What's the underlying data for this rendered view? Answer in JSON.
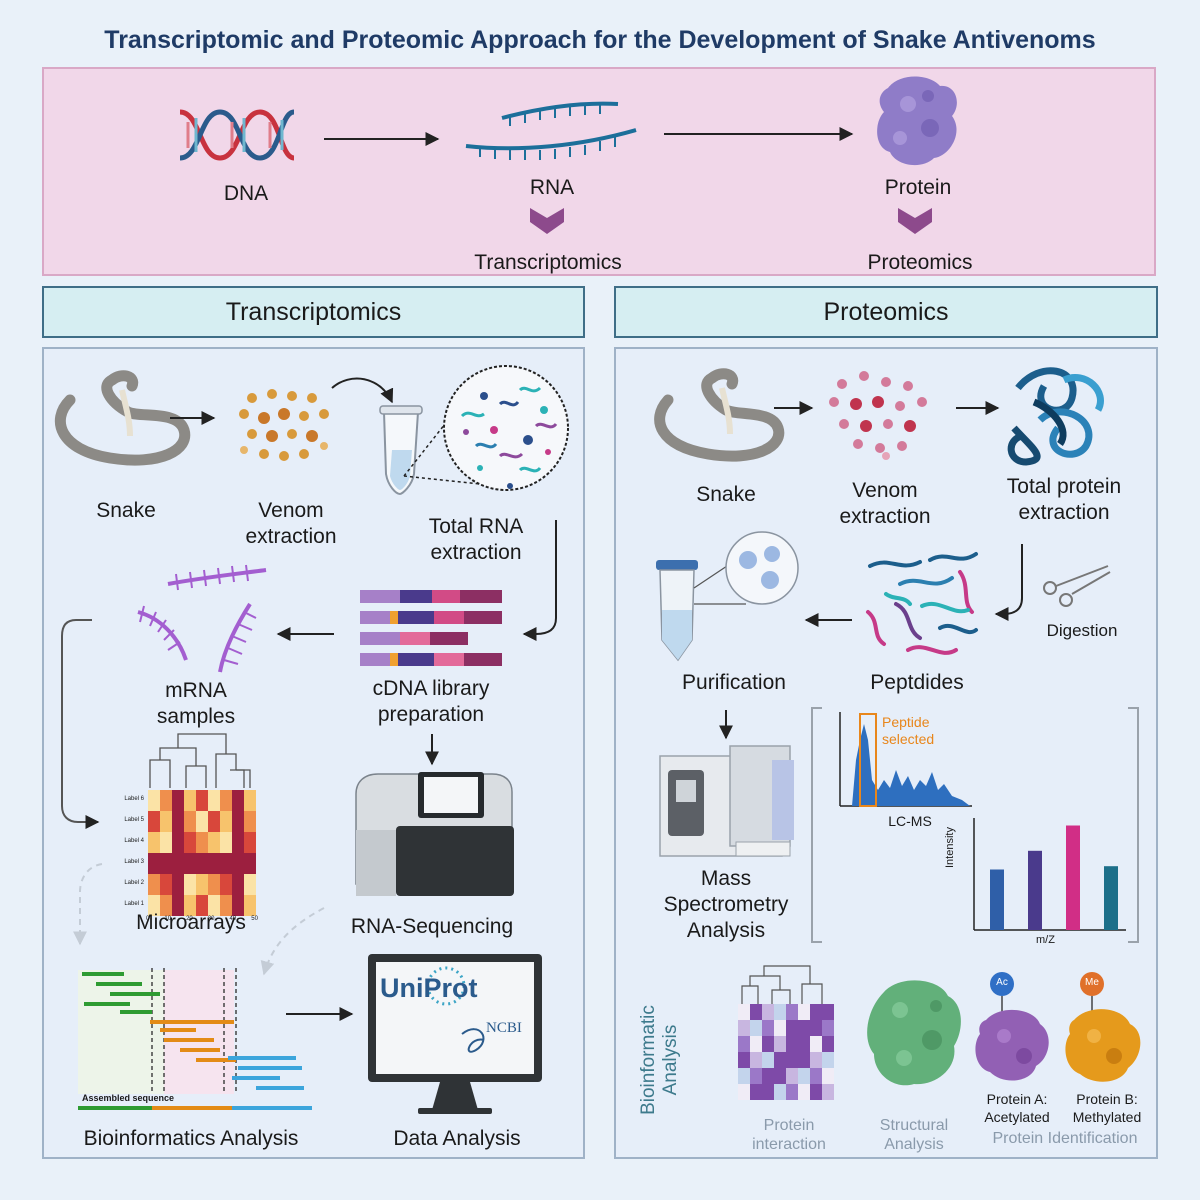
{
  "title": "Transcriptomic and Proteomic Approach for the Development of Snake Antivenoms",
  "banner": {
    "dna": "DNA",
    "rna": "RNA",
    "protein": "Protein",
    "transcriptomics": "Transcriptomics",
    "proteomics": "Proteomics"
  },
  "left": {
    "header": "Transcriptomics",
    "snake": "Snake",
    "venom": "Venom\nextraction",
    "total_rna": "Total RNA\nextraction",
    "mrna": "mRNA\nsamples",
    "cdna": "cDNA library\npreparation",
    "microarrays": "Microarrays",
    "rnaseq": "RNA-Sequencing",
    "bioinfo": "Bioinformatics Analysis",
    "data_analysis": "Data Analysis",
    "assembled": "Assembled sequence",
    "uniprot": "UniProt",
    "ncbi": "NCBI",
    "heatmap_labels": [
      "Label 6",
      "Label 5",
      "Label 4",
      "Label 3",
      "Label 2",
      "Label 1"
    ],
    "heatmap_ticks": [
      "0",
      "10",
      "20",
      "30",
      "40",
      "50"
    ]
  },
  "right": {
    "header": "Proteomics",
    "snake": "Snake",
    "venom": "Venom\nextraction",
    "total_protein": "Total protein\nextraction",
    "digestion": "Digestion",
    "peptides": "Peptdides",
    "purification": "Purification",
    "mass_spec": "Mass\nSpectrometry\nAnalysis",
    "peptide_selected": "Peptide\nselected",
    "lcms": "LC-MS",
    "intensity": "Intensity",
    "mz": "m/Z",
    "bioinfo_vertical": "Bioinformatic\nAnalysis",
    "protein_interaction": "Protein\ninteraction",
    "structural": "Structural\nAnalysis",
    "protein_a": "Protein A:\nAcetylated",
    "protein_b": "Protein B:\nMethylated",
    "protein_id": "Protein Identification",
    "ac": "Ac",
    "me": "Me",
    "ms_bars": [
      0.55,
      0.72,
      0.95,
      0.58
    ],
    "ms_colors": [
      "#2f5fa8",
      "#4a3a8c",
      "#d12e86",
      "#1c6f8a"
    ]
  }
}
